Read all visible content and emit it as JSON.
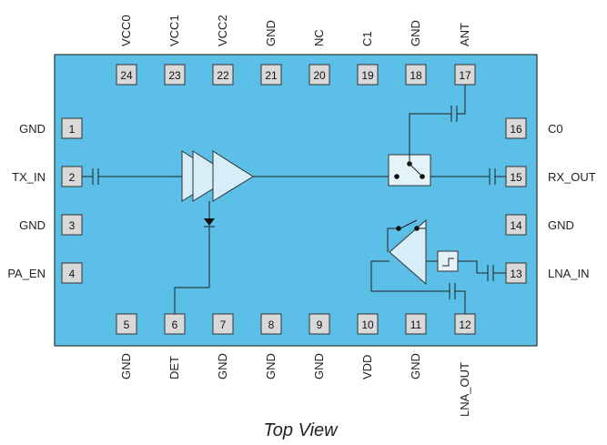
{
  "caption": "Top View",
  "colors": {
    "body_fill": "#5bbfe8",
    "body_stroke": "#333333",
    "pin_fill": "#d9d9d9",
    "amp_fill": "#d7eef8",
    "switch_fill": "#e4f2f9",
    "wire": "#222222"
  },
  "pins": {
    "top": [
      {
        "num": "24",
        "label": "VCC0"
      },
      {
        "num": "23",
        "label": "VCC1"
      },
      {
        "num": "22",
        "label": "VCC2"
      },
      {
        "num": "21",
        "label": "GND"
      },
      {
        "num": "20",
        "label": "NC"
      },
      {
        "num": "19",
        "label": "C1"
      },
      {
        "num": "18",
        "label": "GND"
      },
      {
        "num": "17",
        "label": "ANT"
      }
    ],
    "left": [
      {
        "num": "1",
        "label": "GND"
      },
      {
        "num": "2",
        "label": "TX_IN"
      },
      {
        "num": "3",
        "label": "GND"
      },
      {
        "num": "4",
        "label": "PA_EN"
      }
    ],
    "right": [
      {
        "num": "16",
        "label": "C0"
      },
      {
        "num": "15",
        "label": "RX_OUT"
      },
      {
        "num": "14",
        "label": "GND"
      },
      {
        "num": "13",
        "label": "LNA_IN"
      }
    ],
    "bottom": [
      {
        "num": "5",
        "label": "GND"
      },
      {
        "num": "6",
        "label": "DET"
      },
      {
        "num": "7",
        "label": "GND"
      },
      {
        "num": "8",
        "label": "GND"
      },
      {
        "num": "9",
        "label": "GND"
      },
      {
        "num": "10",
        "label": "VDD"
      },
      {
        "num": "11",
        "label": "GND"
      },
      {
        "num": "12",
        "label": "LNA_OUT"
      }
    ]
  }
}
